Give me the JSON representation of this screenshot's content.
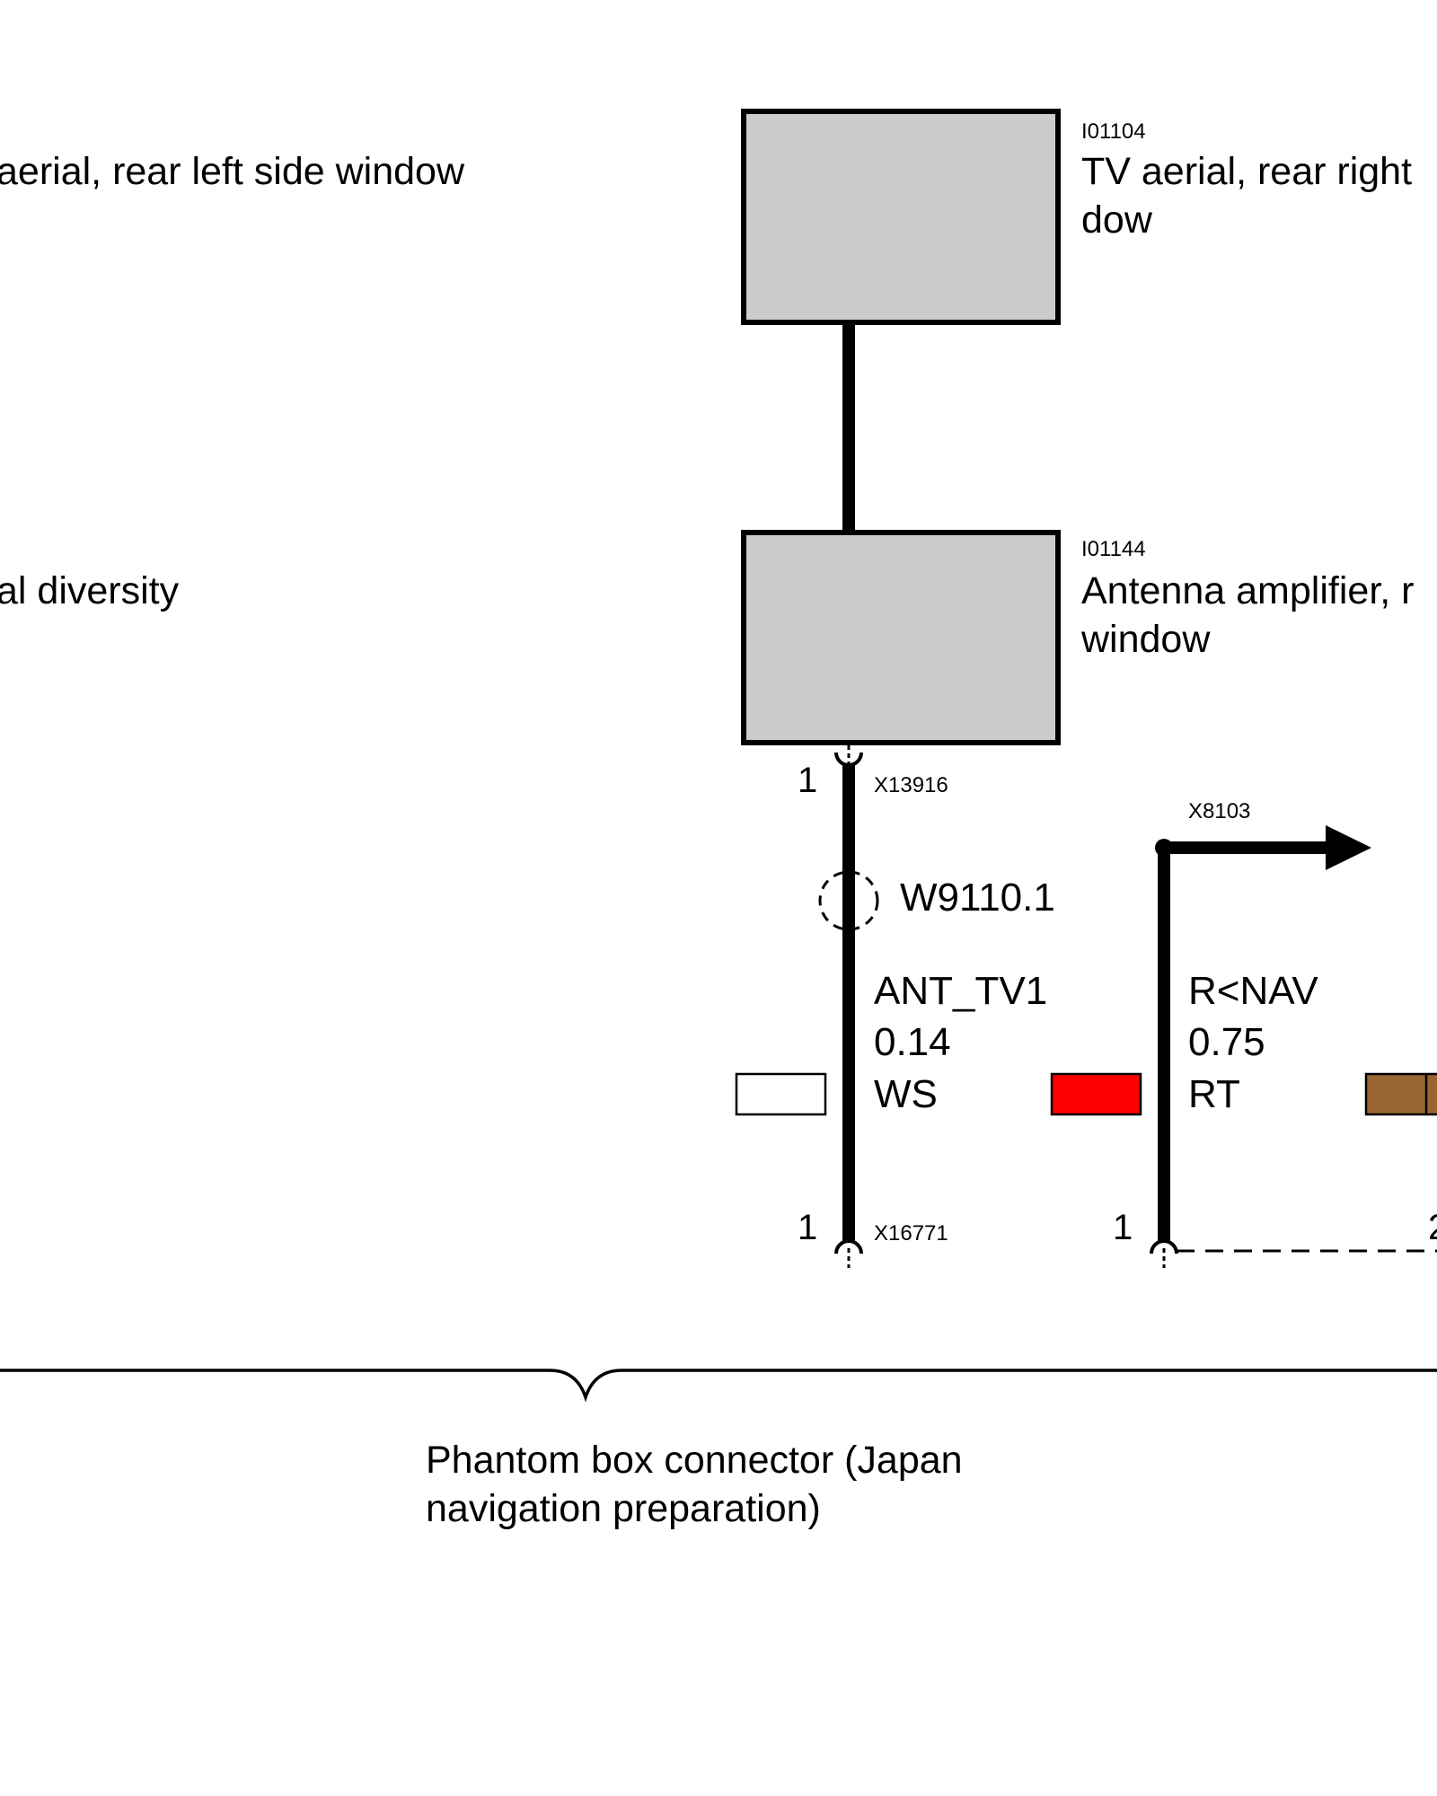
{
  "components": {
    "left_top_label": "aerial, rear left side window",
    "left_mid_label": "al diversity",
    "tv_aerial": {
      "id": "I01104",
      "name_line1": "TV aerial, rear right",
      "name_line2": "dow"
    },
    "antenna_amp": {
      "id": "I01144",
      "name_line1": "Antenna amplifier, r",
      "name_line2": "window"
    }
  },
  "connectors": {
    "top": {
      "id": "X13916",
      "pin": "1"
    },
    "bottom_left": {
      "id": "X16771",
      "pin": "1"
    },
    "bottom_right": {
      "pin": "1"
    },
    "bottom_partial_pin": "2",
    "ground_point": {
      "id": "X8103"
    }
  },
  "shielding": {
    "id": "W9110.1"
  },
  "wires": [
    {
      "signal": "ANT_TV1",
      "cross_section": "0.14",
      "color_code": "WS",
      "color": "#ffffff"
    },
    {
      "signal": "R<NAV",
      "cross_section": "0.75",
      "color_code": "RT",
      "color": "#ff0000"
    }
  ],
  "partial_wire_color": "#996633",
  "box_fill": "#cccccc",
  "brace_label": {
    "line1": "Phantom box connector (Japan",
    "line2": "navigation preparation)"
  }
}
